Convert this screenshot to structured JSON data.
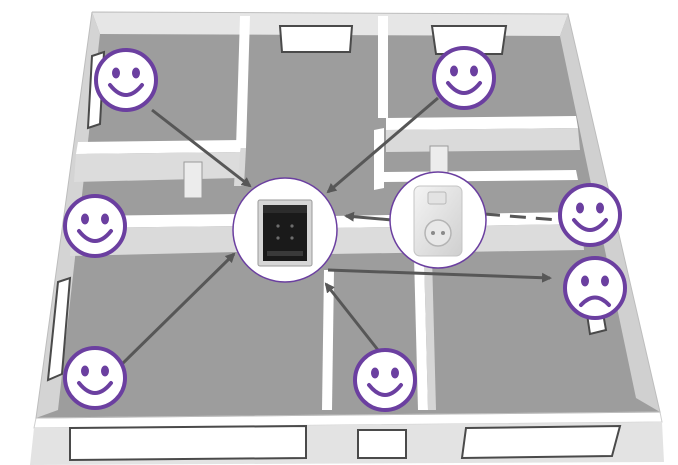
{
  "colors": {
    "face": "#6b3fa0",
    "arrow": "#575757",
    "floor": "#9d9d9d",
    "wall_top": "#ffffff",
    "wall_side": "#d7d7d7",
    "wall_outline": "#cfcfcf",
    "panel_screen": "#1a1a1a"
  },
  "diagram": {
    "center_device": "touch-panel",
    "relay_device": "wireless-socket-repeater",
    "faces": [
      {
        "id": "top-left",
        "mood": "happy"
      },
      {
        "id": "top-right",
        "mood": "happy"
      },
      {
        "id": "mid-left",
        "mood": "happy"
      },
      {
        "id": "bottom-left",
        "mood": "happy"
      },
      {
        "id": "bottom-center",
        "mood": "happy"
      },
      {
        "id": "right-happy",
        "mood": "happy",
        "link": "dashed"
      },
      {
        "id": "right-sad",
        "mood": "sad"
      }
    ]
  }
}
